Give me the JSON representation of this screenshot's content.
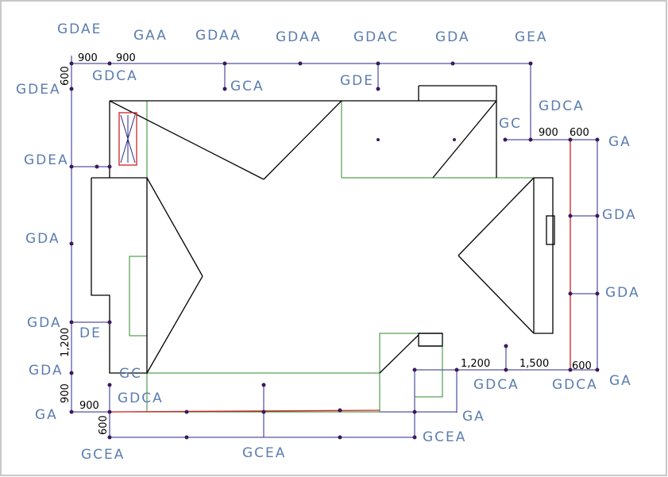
{
  "colors": {
    "frame_border": "#c8c8c8",
    "label": "#5b7db0",
    "roof_line": "#000000",
    "wall_line": "#2e8b2e",
    "red_line": "#cc2222",
    "grid_line": "#2a2a8a",
    "node": "#3a1a5a"
  },
  "labels": {
    "gdae": "GDAE",
    "gaa": "GAA",
    "gdaa_1": "GDAA",
    "gdaa_2": "GDAA",
    "gdac": "GDAC",
    "gda_top": "GDA",
    "gea": "GEA",
    "gdea_1": "GDEA",
    "gdca_top": "GDCA",
    "gca": "GCA",
    "gde": "GDE",
    "gdca_right": "GDCA",
    "gc_right": "GC",
    "ga_right_top": "GA",
    "gdea_2": "GDEA",
    "gda_right_1": "GDA",
    "gda_left": "GDA",
    "gda_right_2": "GDA",
    "gda_left_2": "GDA",
    "de": "DE",
    "gda_left_3": "GDA",
    "gc_bottom": "GC",
    "gdca_bottom_1": "GDCA",
    "gdca_bottom_2": "GDCA",
    "ga_right_bottom": "GA",
    "gdca_bottom_left": "GDCA",
    "ga_left": "GA",
    "ga_bottom": "GA",
    "gcea_right": "GCEA",
    "gcea_left": "GCEA",
    "gcea_center": "GCEA"
  },
  "dimensions": {
    "top_900_a": "900",
    "top_900_b": "900",
    "left_600_top": "600",
    "right_900": "900",
    "right_600": "600",
    "bottom_1200": "1,200",
    "bottom_1500": "1,500",
    "bottom_600": "600",
    "left_1200": "1,200",
    "left_900": "900",
    "bottom_900": "900",
    "bottom_600_left": "600"
  }
}
